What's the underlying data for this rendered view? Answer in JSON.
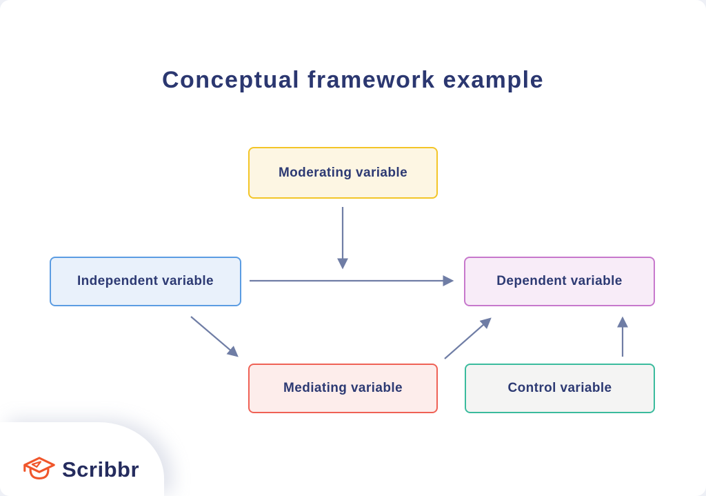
{
  "title": "Conceptual framework example",
  "diagram": {
    "nodes": [
      {
        "id": "moderating",
        "label": "Moderating variable",
        "fill": "#fdf6e3",
        "border": "#f3c527"
      },
      {
        "id": "independent",
        "label": "Independent variable",
        "fill": "#e9f1fb",
        "border": "#5b9ce2"
      },
      {
        "id": "dependent",
        "label": "Dependent variable",
        "fill": "#f8ecf8",
        "border": "#c778cc"
      },
      {
        "id": "mediating",
        "label": "Mediating variable",
        "fill": "#fdedeb",
        "border": "#ef6155"
      },
      {
        "id": "control",
        "label": "Control variable",
        "fill": "#f4f4f3",
        "border": "#3abb9d"
      }
    ],
    "edges": [
      {
        "from": "moderating",
        "to": "independent-dependent-arrow",
        "direction": "down"
      },
      {
        "from": "independent",
        "to": "dependent",
        "direction": "right"
      },
      {
        "from": "independent",
        "to": "mediating",
        "direction": "down-right"
      },
      {
        "from": "mediating",
        "to": "dependent",
        "direction": "up-right"
      },
      {
        "from": "control",
        "to": "dependent",
        "direction": "up"
      }
    ],
    "arrow_color": "#6f7da5",
    "text_color": "#2d3a73"
  },
  "branding": {
    "logo_text": "Scribbr",
    "logo_icon": "graduation-cap-icon",
    "icon_color": "#f0562b",
    "text_color": "#252c5e"
  }
}
